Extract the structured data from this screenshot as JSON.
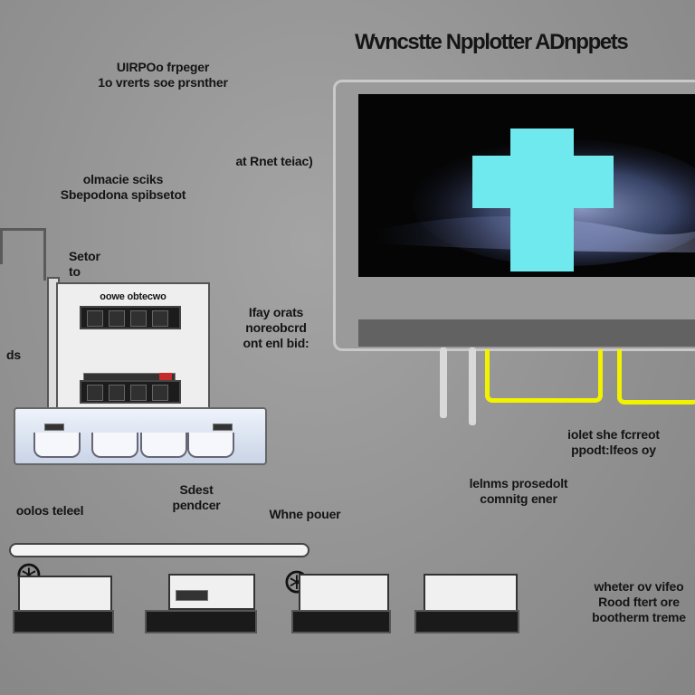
{
  "title": "Wvncstte Npplotter ADnppets",
  "labels": {
    "top_left": "UIRPOo frpeger\n1o vrerts soe prsnther",
    "mid_left": "olmacie sciks\nSbepodona spibsetot",
    "screen_label": "at Rnet teiac)",
    "sector": "Setor\nto",
    "left_edge": "ds",
    "right_of_router": "Ifay orats\nnoreobcrd\nont enl bid:",
    "panel_top": "oowe obtecwo",
    "right_mid": "iolet she fcrreot\nppodt:lfeos oy",
    "center_mid": "lelnms prosedolt\ncomnitg ener",
    "bottom_left": "oolos teleel",
    "bottom_center1": "Sdest\npendcer",
    "bottom_center2": "Whne pouer",
    "bottom_right": "wheter ov vifeo\nRood ftert ore\nbootherm treme"
  },
  "colors": {
    "background": "#8e8e8e",
    "screen": "#050505",
    "cross": "#6fe8ee",
    "cable": "#f2f200"
  },
  "icons": [
    "plus-cross-icon",
    "connector-plug-icon"
  ]
}
